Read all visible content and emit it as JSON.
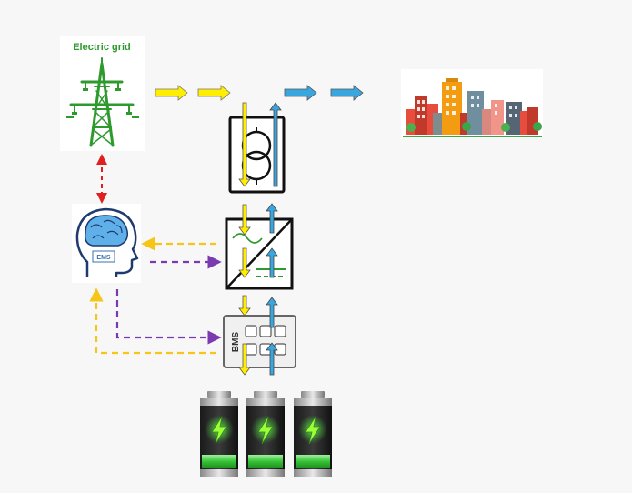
{
  "grid": {
    "label": "Electric grid",
    "icon": "transmission-tower-icon"
  },
  "ems": {
    "label": "EMS",
    "icon": "brain-head-icon"
  },
  "bms": {
    "label": "BMS",
    "icon": "bms-module-icon"
  },
  "transformer": {
    "icon": "transformer-icon"
  },
  "converter": {
    "icon": "ac-dc-converter-icon"
  },
  "city": {
    "icon": "city-buildings-icon"
  },
  "batteries": [
    {
      "icon": "battery-charging-icon"
    },
    {
      "icon": "battery-charging-icon"
    },
    {
      "icon": "battery-charging-icon"
    }
  ],
  "colors": {
    "grid_green": "#2e9a2e",
    "power_to_storage": "#ffee00",
    "power_from_storage": "#3aa6e0",
    "grid_ems_link": "#e02020",
    "feedback_signal": "#f5c518",
    "control_signal": "#7a3bb0",
    "battery_green": "#3dc83d"
  }
}
